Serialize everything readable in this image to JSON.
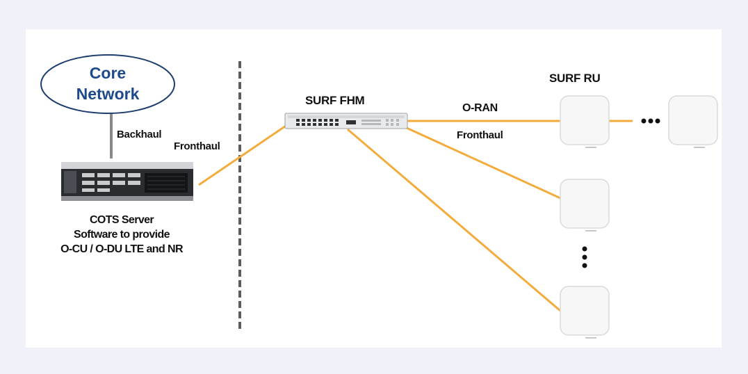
{
  "core_network": {
    "line1": "Core",
    "line2": "Network"
  },
  "labels": {
    "backhaul": "Backhaul",
    "fronthaul_left": "Fronthaul",
    "surf_fhm": "SURF FHM",
    "surf_ru": "SURF RU",
    "oran": "O-RAN",
    "fronthaul_right": "Fronthaul"
  },
  "server": {
    "line1": "COTS Server",
    "line2": "Software to provide",
    "line3": "O-CU / O-DU LTE and NR"
  },
  "colors": {
    "background": "#f1f2f9",
    "panel": "#ffffff",
    "link": "#f3ac3b",
    "core_text": "#1d4a8c",
    "core_border": "#1d3d6e",
    "backhaul": "#888888",
    "divider": "#555555"
  },
  "icons": {
    "server": "rack-server-icon",
    "fhm": "network-switch-icon",
    "ru": "radio-unit-icon",
    "ellipsis": "ellipsis-icon"
  }
}
